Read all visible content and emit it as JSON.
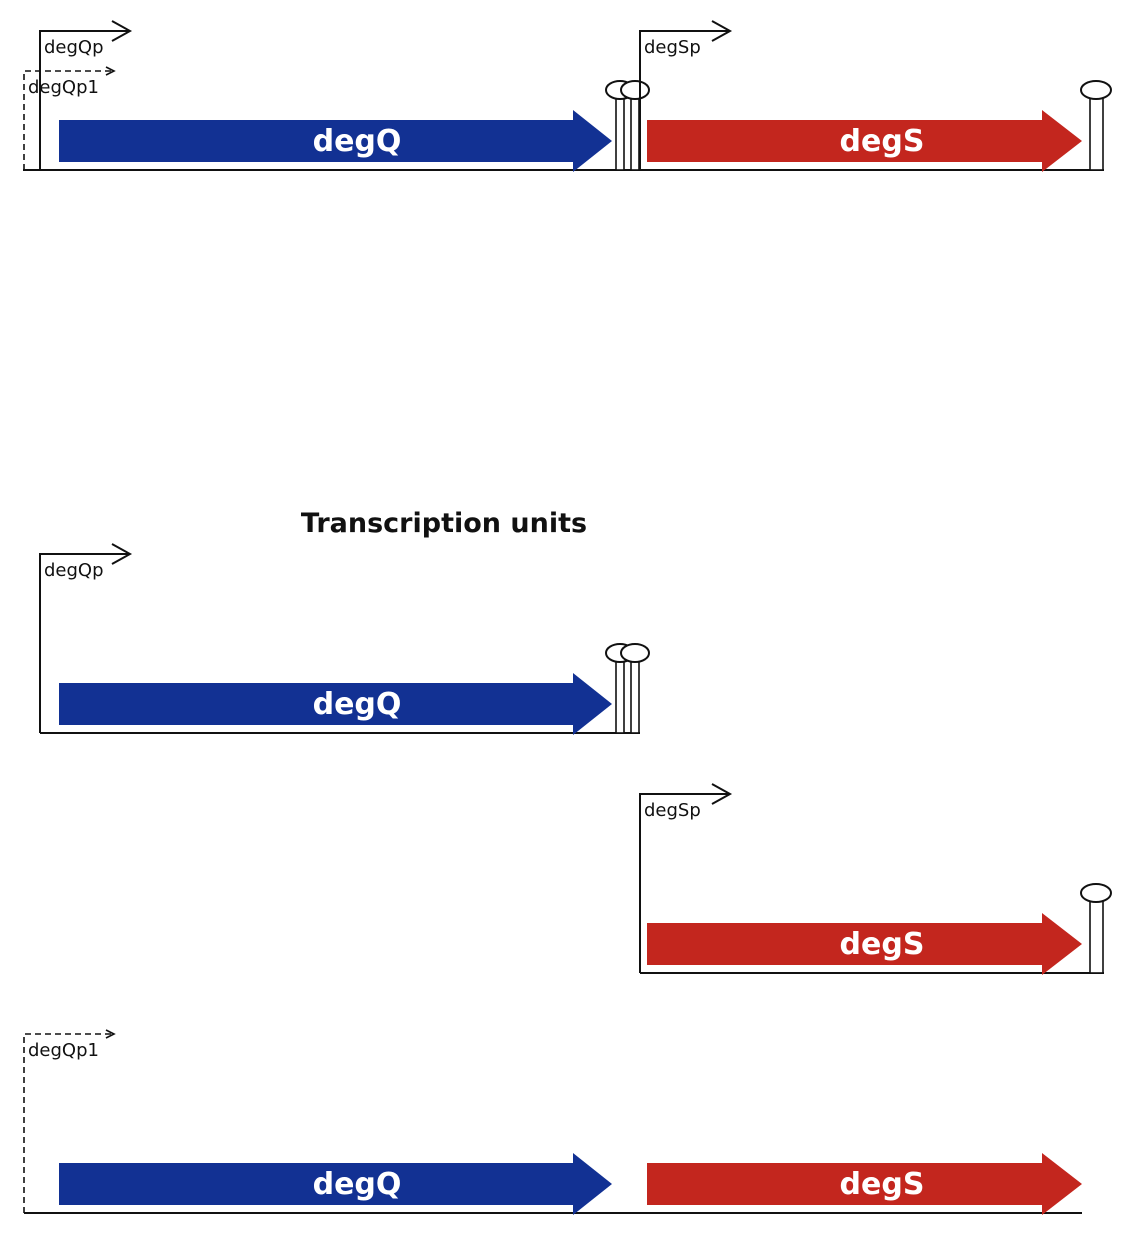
{
  "colors": {
    "degQ": "#123193",
    "degS": "#c3261e",
    "line": "#111111"
  },
  "operon": {
    "promoters": [
      "degQp",
      "degQp1",
      "degSp"
    ],
    "genes": [
      "degQ",
      "degS"
    ]
  },
  "section_title": "Transcription units",
  "units": [
    {
      "promoter": "degQp",
      "genes": [
        "degQ"
      ]
    },
    {
      "promoter": "degSp",
      "genes": [
        "degS"
      ]
    },
    {
      "promoter": "degQp1",
      "genes": [
        "degQ",
        "degS"
      ]
    }
  ]
}
